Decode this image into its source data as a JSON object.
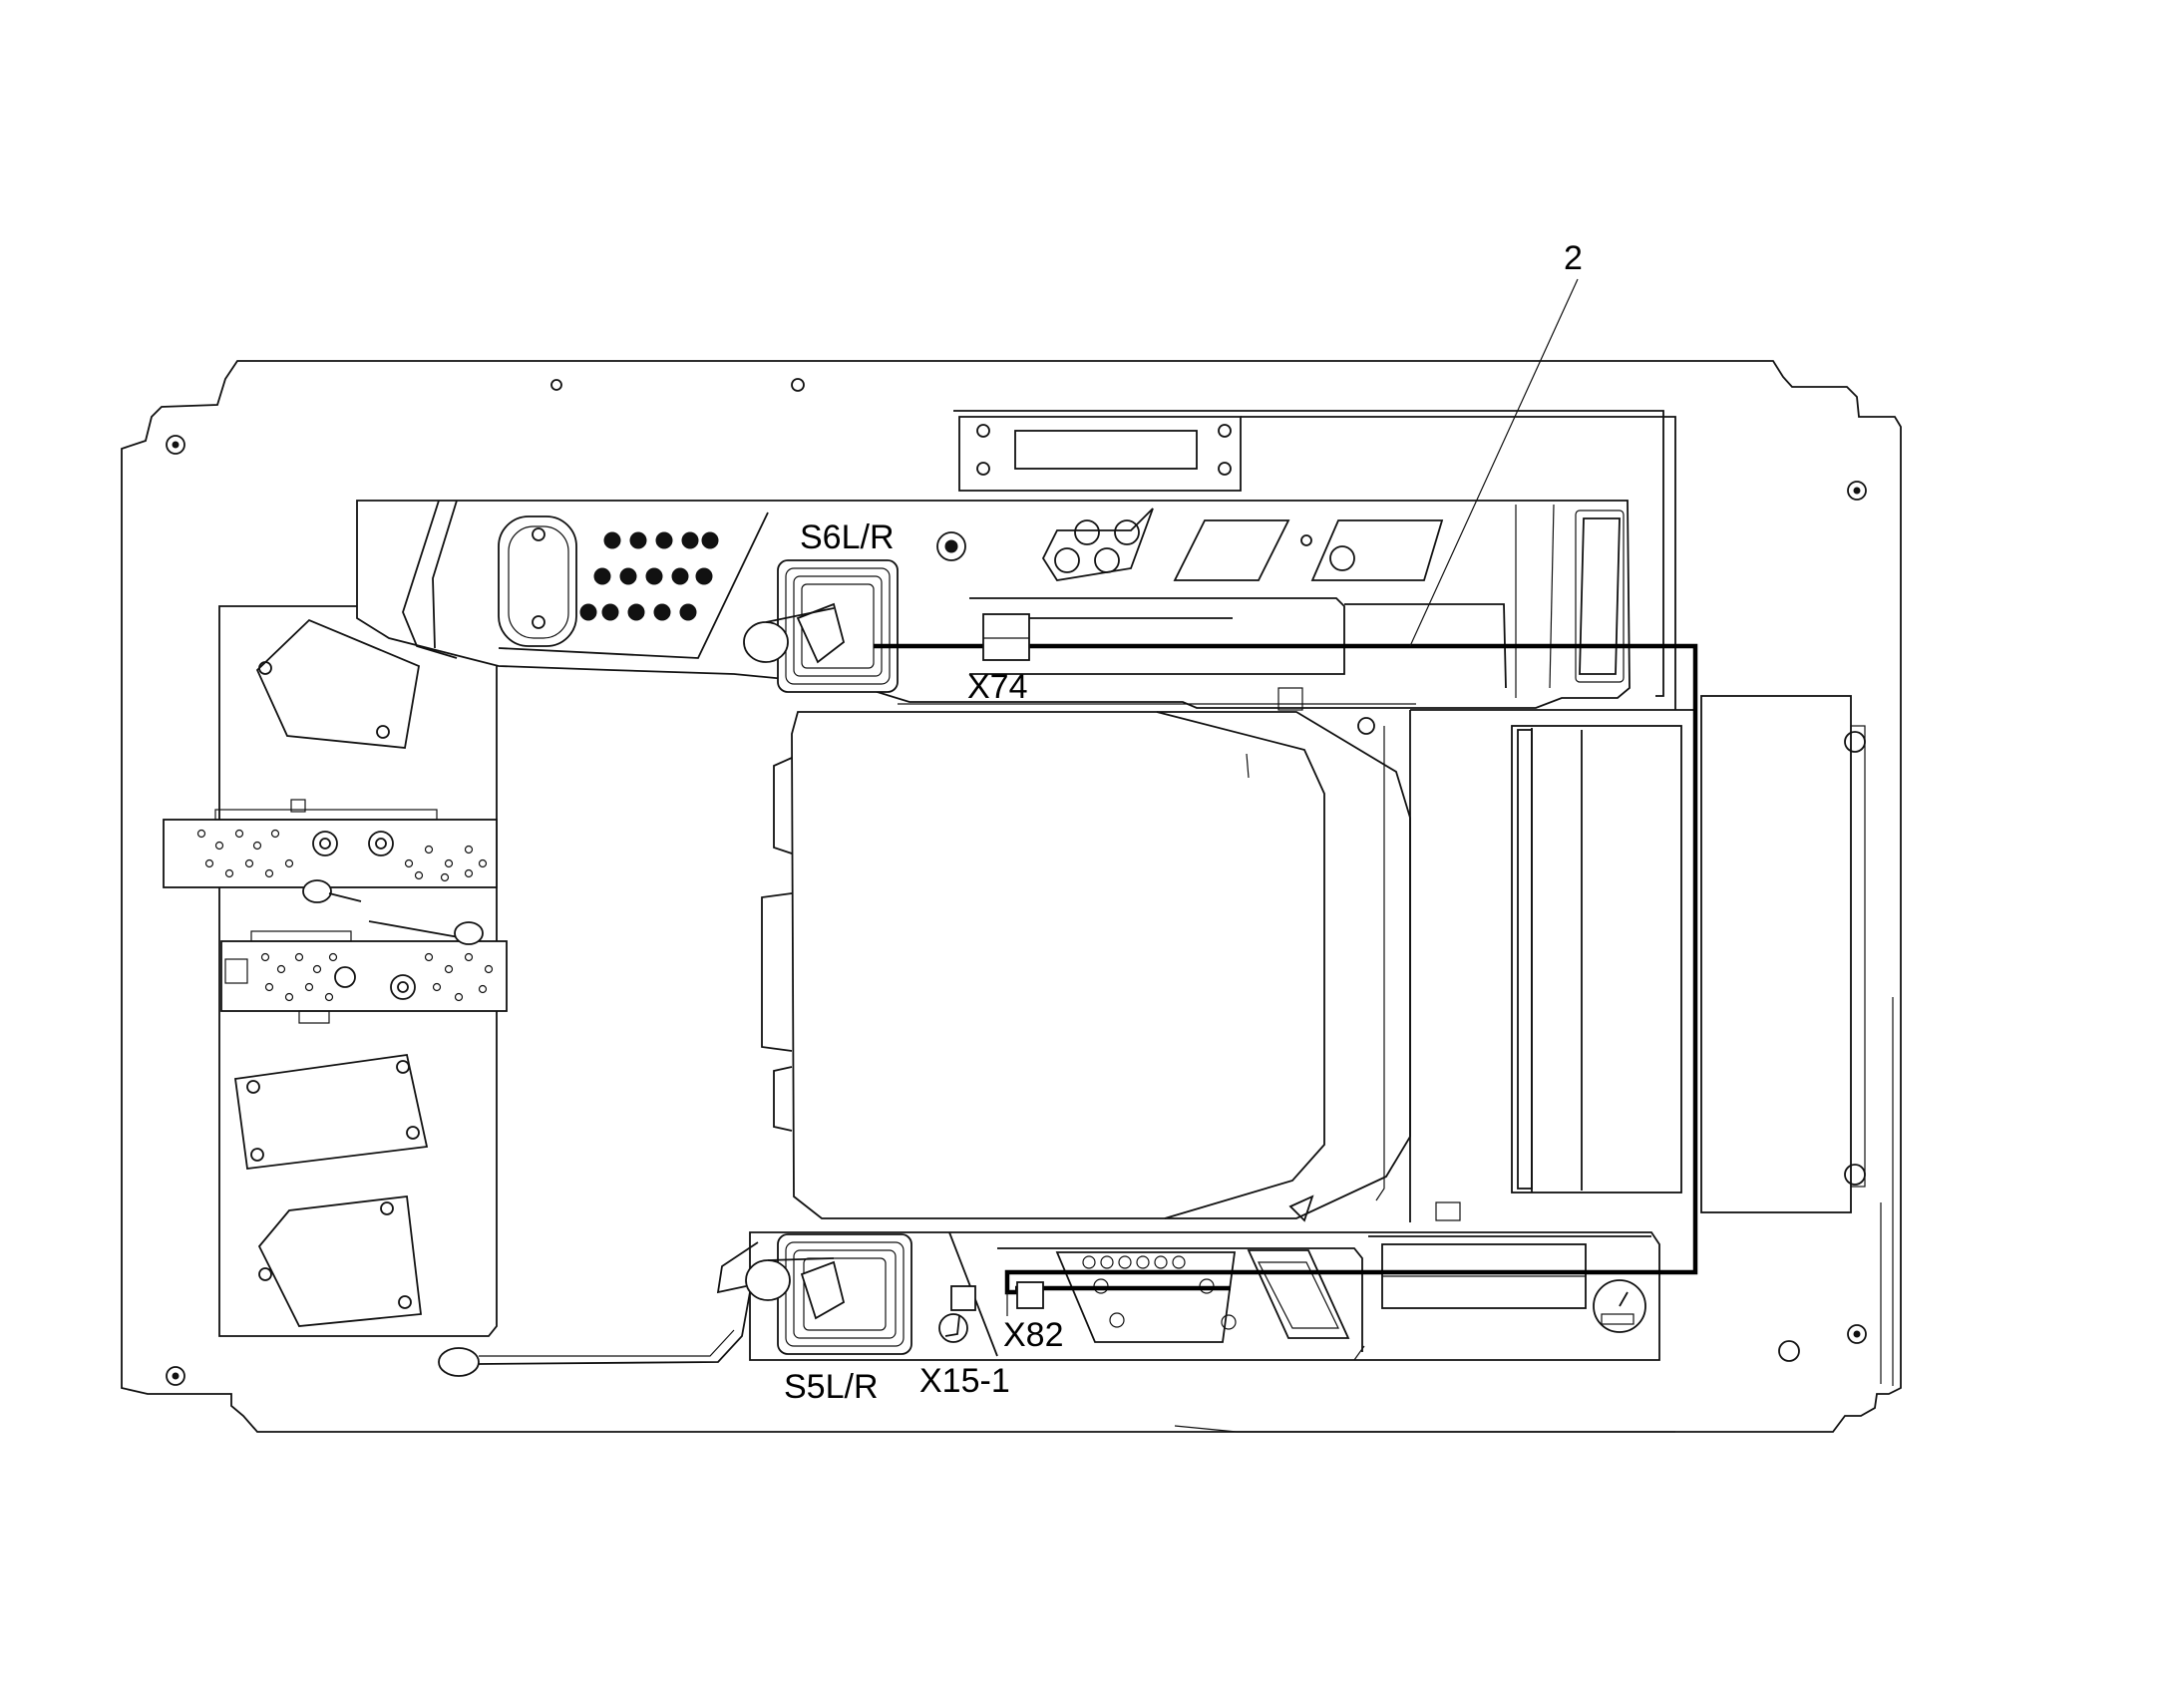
{
  "labels": {
    "callout": "2",
    "s6": "S6L/R",
    "x74": "X74",
    "x82": "X82",
    "s5": "S5L/R",
    "x15": "X15-1"
  }
}
